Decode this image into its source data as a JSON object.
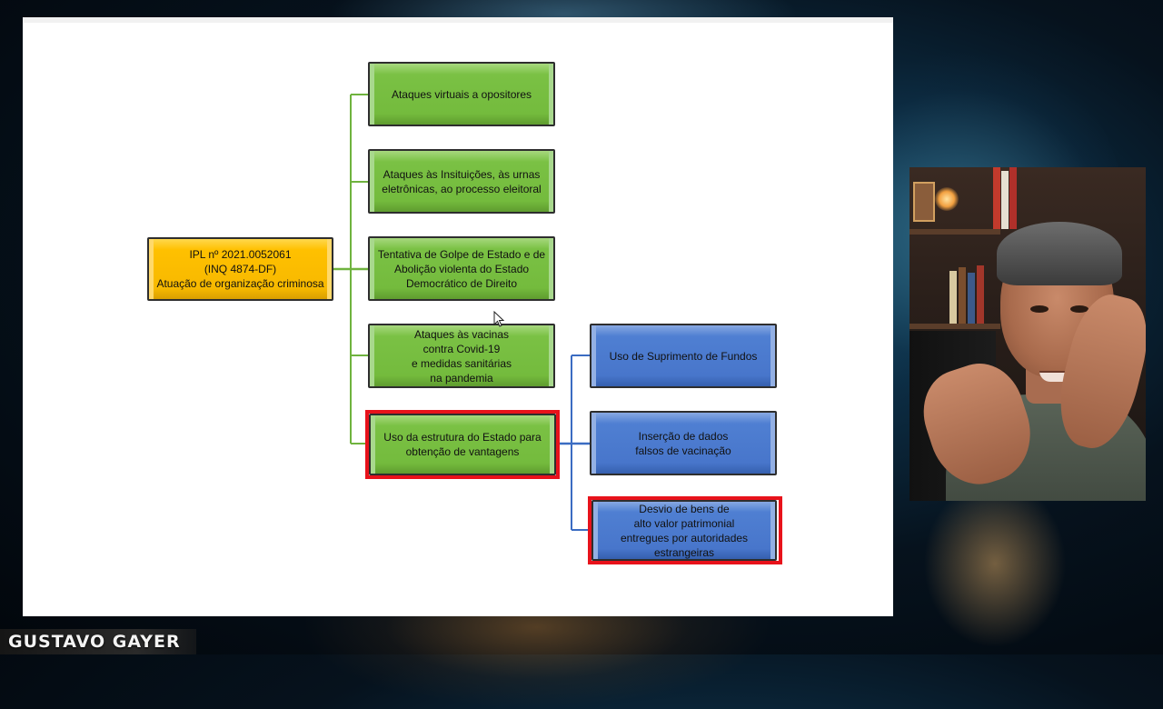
{
  "slide": {
    "root": {
      "label": "IPL nº 2021.0052061\n(INQ 4874-DF)\nAtuação de organização criminosa",
      "color": "#ffc000"
    },
    "branches": [
      {
        "label": "Ataques virtuais a opositores",
        "color": "#74bb3d",
        "highlighted": false
      },
      {
        "label": "Ataques às Insituições, às urnas\neletrônicas, ao processo eleitoral",
        "color": "#74bb3d",
        "highlighted": false
      },
      {
        "label": "Tentativa de Golpe de Estado e de\nAbolição violenta do Estado\nDemocrático de Direito",
        "color": "#74bb3d",
        "highlighted": false
      },
      {
        "label": "Ataques às vacinas\ncontra Covid-19\ne medidas sanitárias\nna pandemia",
        "color": "#74bb3d",
        "highlighted": false
      },
      {
        "label": "Uso da estrutura do Estado para\nobtenção de vantagens",
        "color": "#74bb3d",
        "highlighted": true
      }
    ],
    "sub_branches": [
      {
        "label": "Uso de Suprimento de Fundos",
        "color": "#4876cb",
        "highlighted": false
      },
      {
        "label": "Inserção de dados\nfalsos de vacinação",
        "color": "#4876cb",
        "highlighted": false
      },
      {
        "label": "Desvio de bens de\nalto valor patrimonial\nentregues por autoridades\nestrangeiras",
        "color": "#4876cb",
        "highlighted": true
      }
    ],
    "highlight_color": "#e8121b"
  },
  "overlay": {
    "presenter_name": "GUSTAVO GAYER"
  }
}
